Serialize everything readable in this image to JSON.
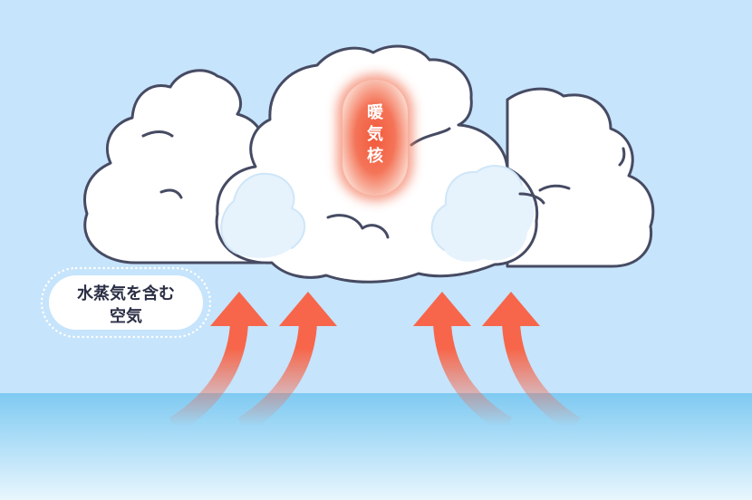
{
  "diagram": {
    "warm_core_label": "暖気核",
    "moist_air_label": {
      "line1": "水蒸気を含む",
      "line2": "空気"
    }
  },
  "colors": {
    "sky": "#c6e4fb",
    "sea_top": "#7fcaf2",
    "sea_bottom": "#e6f5fd",
    "cloud_fill": "#ffffff",
    "cloud_outline": "#464b63",
    "cloud_shade": "#e6f2fc",
    "warm_core": "#f26a4b",
    "arrow": "#f7664a",
    "bubble_fill": "#ffffff",
    "bubble_dots": "#ffffff"
  },
  "icons": {
    "updraft_arrow": "curved-up-arrow-icon",
    "cloud": "cumulonimbus-cloud-icon"
  }
}
